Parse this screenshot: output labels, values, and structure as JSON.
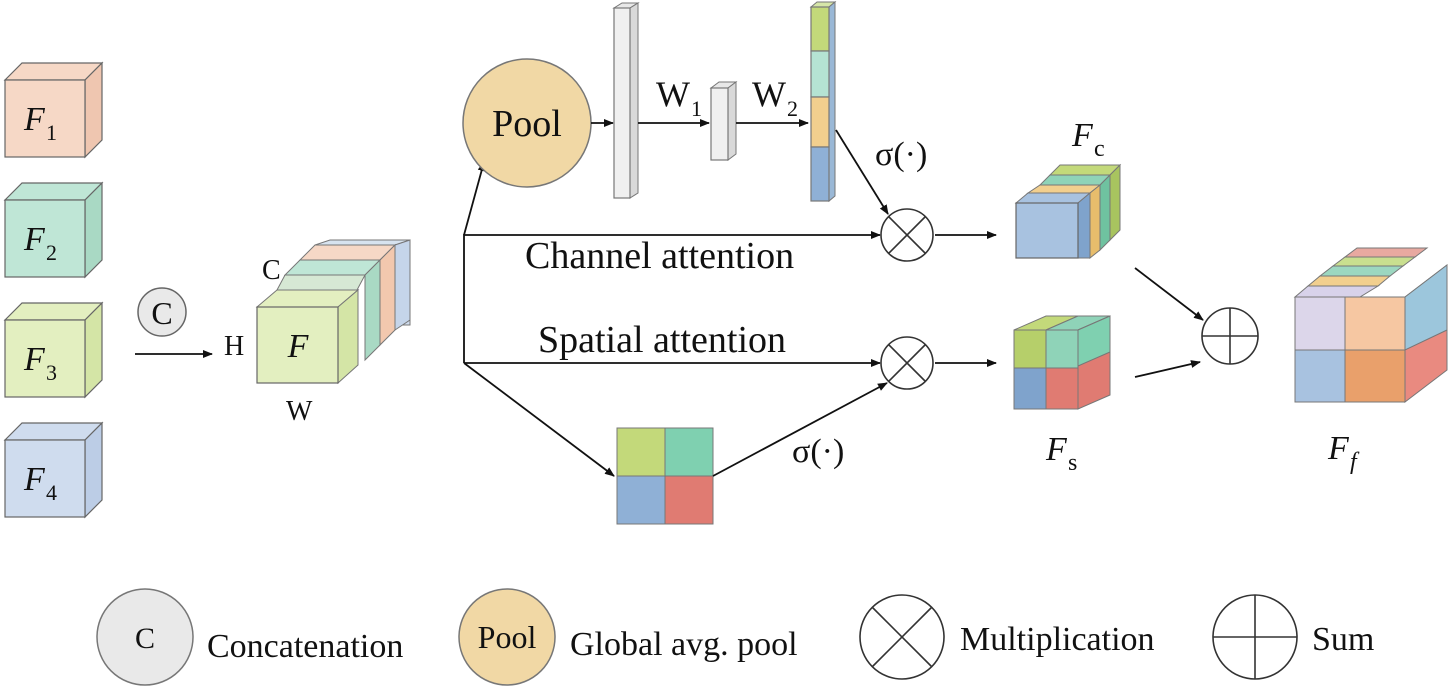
{
  "inputs": [
    {
      "sym": "F",
      "sub": "1",
      "color": "#f6d8c6"
    },
    {
      "sym": "F",
      "sub": "2",
      "color": "#bfe6d6"
    },
    {
      "sym": "F",
      "sub": "3",
      "color": "#e3efc0"
    },
    {
      "sym": "F",
      "sub": "4",
      "color": "#cfdcee"
    }
  ],
  "concat_symbol": "C",
  "feature": {
    "sym": "F",
    "c": "C",
    "h": "H",
    "w": "W"
  },
  "channel": {
    "pool": "Pool",
    "w1": "W",
    "w1_sub": "1",
    "w2": "W",
    "w2_sub": "2",
    "sigma": "σ(·)",
    "label": "Channel attention",
    "out_sym": "F",
    "out_sub": "c"
  },
  "spatial": {
    "label": "Spatial attention",
    "sigma": "σ(·)",
    "out_sym": "F",
    "out_sub": "s"
  },
  "final": {
    "sym": "F",
    "sub": "f"
  },
  "legend": [
    {
      "symbol": "C",
      "label": "Concatenation"
    },
    {
      "symbol": "Pool",
      "label": "Global avg. pool"
    },
    {
      "symbol": "×",
      "label": "Multiplication"
    },
    {
      "symbol": "+",
      "label": "Sum"
    }
  ],
  "colors": {
    "green": "#c3d97a",
    "teal": "#8fd3b8",
    "orange": "#f2cf8e",
    "blue": "#8fb0d6",
    "red": "#e07b72",
    "pool": "#f1d8a5",
    "concat": "#e9e9e9",
    "bar": "#f0f0f0"
  }
}
